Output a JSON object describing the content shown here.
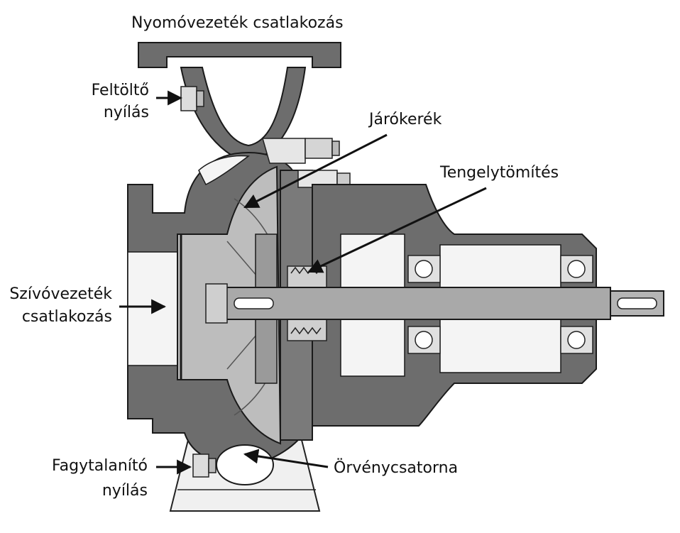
{
  "labels": {
    "discharge": "Nyomóvezeték csatlakozás",
    "fill_line1": "Feltöltő",
    "fill_line2": "nyílás",
    "impeller": "Járókerék",
    "shaft_seal": "Tengelytömítés",
    "suction_line1": "Szívóvezeték",
    "suction_line2": "csatlakozás",
    "drain_line1": "Fagytalanító",
    "drain_line2": "nyílás",
    "volute": "Örvénycsatorna"
  },
  "colors": {
    "dark_metal": "#6d6d6d",
    "mid_metal": "#9a9a9a",
    "light_metal": "#c9c9c9",
    "impeller": "#bdbdbd",
    "outline": "#1a1a1a",
    "arrow": "#111111"
  }
}
